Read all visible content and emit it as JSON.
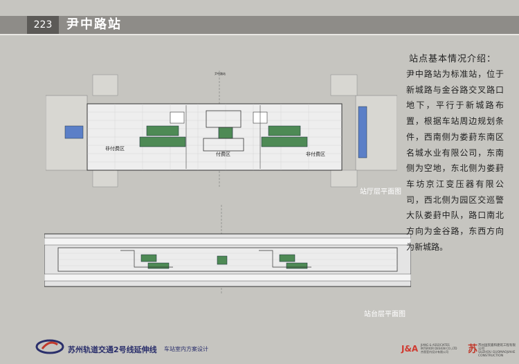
{
  "header": {
    "page_number": "223",
    "title": "尹中路站"
  },
  "intro": {
    "title": "站点基本情况介绍：",
    "body": "尹中路站为标准站，位于新城路与金谷路交叉路口地下，平行于新城路布置，根据车站周边规划条件，西南侧为娄葑东南区名城水业有限公司，东南侧为空地，东北侧为娄葑车坊京江变压器有限公司，西北侧为园区交巡警大队娄葑中队，路口南北方向为金谷路，东西方向为新城路。"
  },
  "plans": {
    "concourse": {
      "caption": "站厅层平面图",
      "labels": {
        "unpaid_left": "非付费区",
        "paid": "付费区",
        "unpaid_right": "非付费区",
        "axis": "尹中路站"
      }
    },
    "platform": {
      "caption": "站台层平面图"
    }
  },
  "footer": {
    "project": "苏州轨道交通2号线延伸线",
    "subtitle": "车站室内方案设计",
    "ja_brand": "J&A",
    "ja_lines": [
      "JIANG & ASSOCIATES",
      "INTERIOR DESIGN CO.,LTD",
      "杰恩室内设计有限公司"
    ],
    "su_brand": "苏",
    "su_lines": [
      "苏州国贸嘉和建筑工程有限公司",
      "SUZHOU GUOMAOJIAHE CONSTRUCTION"
    ]
  },
  "colors": {
    "background": "#c6c5c0",
    "header_bar": "#8e8c88",
    "page_number_box": "#5c5a57",
    "equipment_green": "#4e8a55",
    "wall_blue": "#5b7fc7"
  }
}
